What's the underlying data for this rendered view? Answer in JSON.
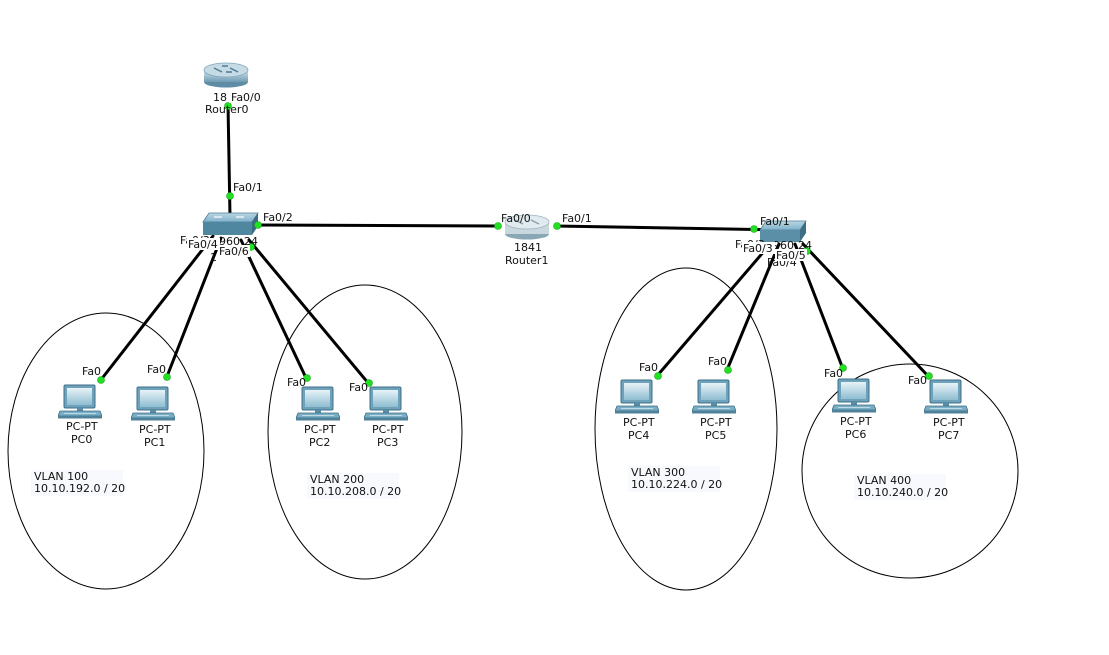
{
  "routers": {
    "router0": {
      "model": "18",
      "name": "Router0",
      "port_fa00": "Fa0/0",
      "port_sw_fa01": "Fa0/1"
    },
    "router1": {
      "model": "1841",
      "name": "Router1",
      "port_fa00": "Fa0/0",
      "port_fa01": "Fa0/1"
    }
  },
  "switches": {
    "switch_left": {
      "port_fa02": "Fa0/2",
      "port_fa04": "Fa0/4",
      "port_fa06": "Fa0/6",
      "overlap_a": "Fa0/3",
      "overlap_b": "960-24",
      "overlap_c": "1"
    },
    "switch_right": {
      "port_fa01": "Fa0/1",
      "port_fa03": "Fa0/3",
      "port_fa05": "Fa0/5",
      "overlap_a": "Fa0/3",
      "overlap_b": "960-24",
      "overlap_c": "Fa0/4"
    }
  },
  "pcs": {
    "pc0": {
      "type": "PC-PT",
      "name": "PC0",
      "port": "Fa0"
    },
    "pc1": {
      "type": "PC-PT",
      "name": "PC1",
      "port": "Fa0"
    },
    "pc2": {
      "type": "PC-PT",
      "name": "PC2",
      "port": "Fa0"
    },
    "pc3": {
      "type": "PC-PT",
      "name": "PC3",
      "port": "Fa0"
    },
    "pc4": {
      "type": "PC-PT",
      "name": "PC4",
      "port": "Fa0"
    },
    "pc5": {
      "type": "PC-PT",
      "name": "PC5",
      "port": "Fa0"
    },
    "pc6": {
      "type": "PC-PT",
      "name": "PC6",
      "port": "Fa0"
    },
    "pc7": {
      "type": "PC-PT",
      "name": "PC7",
      "port": "Fa0"
    }
  },
  "vlans": {
    "v100": {
      "name": "VLAN 100",
      "network": "10.10.192.0 / 20"
    },
    "v200": {
      "name": "VLAN 200",
      "network": "10.10.208.0 / 20"
    },
    "v300": {
      "name": "VLAN 300",
      "network": "10.10.224.0 / 20"
    },
    "v400": {
      "name": "VLAN 400",
      "network": "10.10.240.0 / 20"
    }
  },
  "colors": {
    "link": "#000000",
    "port_dot": "#22e022",
    "device_blue": "#4a8fb0"
  }
}
